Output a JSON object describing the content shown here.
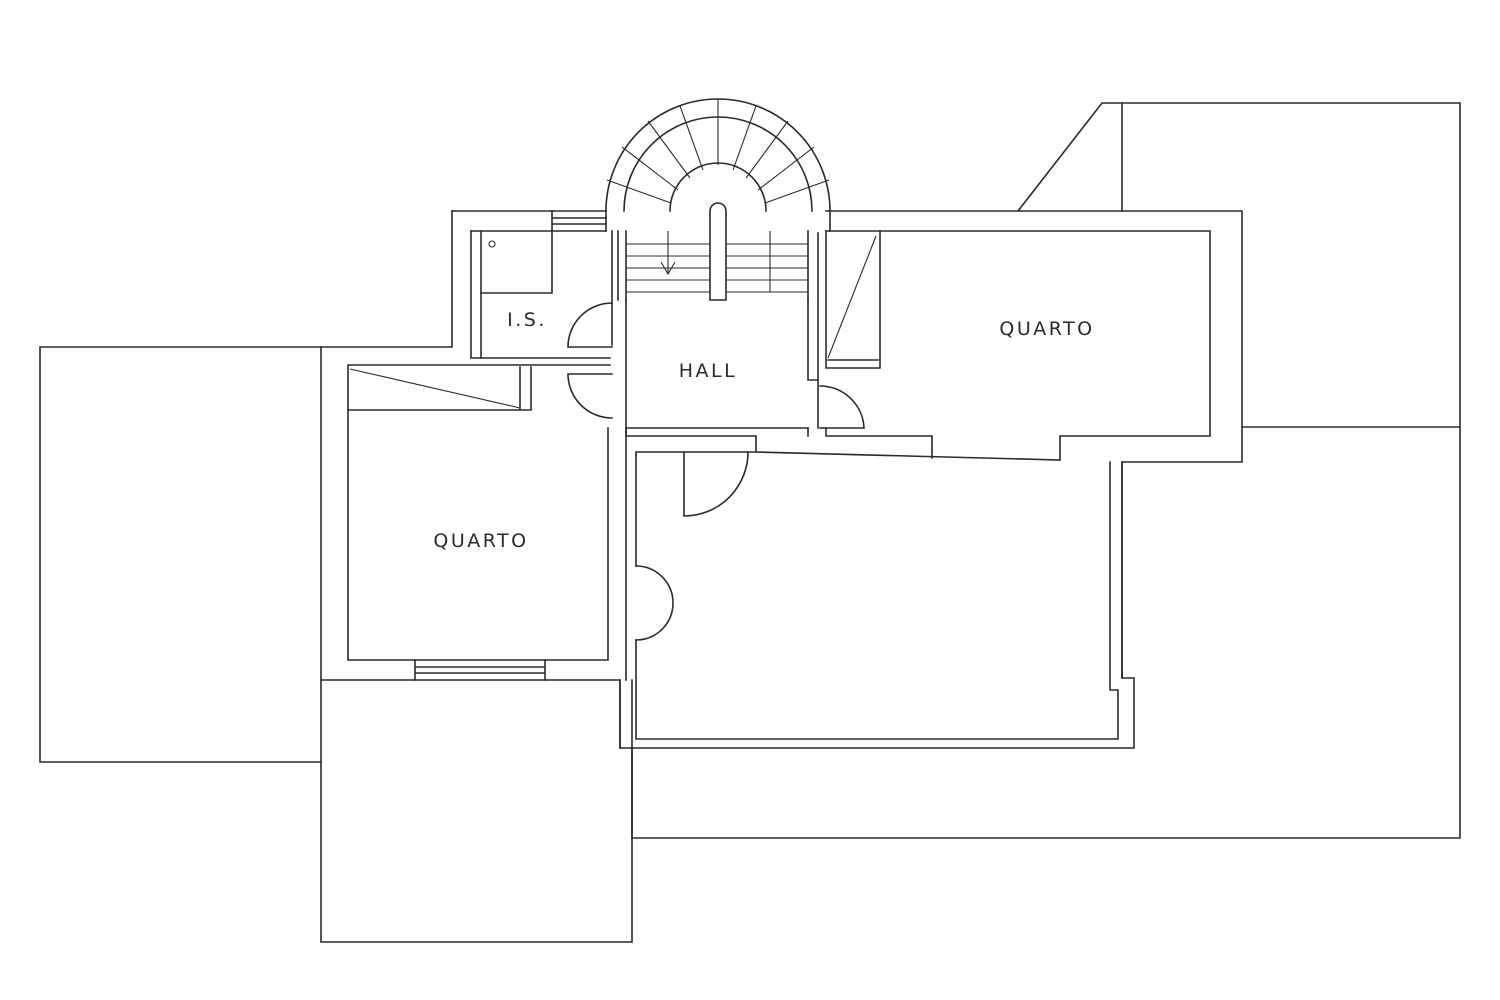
{
  "rooms": {
    "bathroom": "I.S.",
    "hall": "HALL",
    "bedroom_right": "QUARTO",
    "bedroom_left": "QUARTO"
  }
}
